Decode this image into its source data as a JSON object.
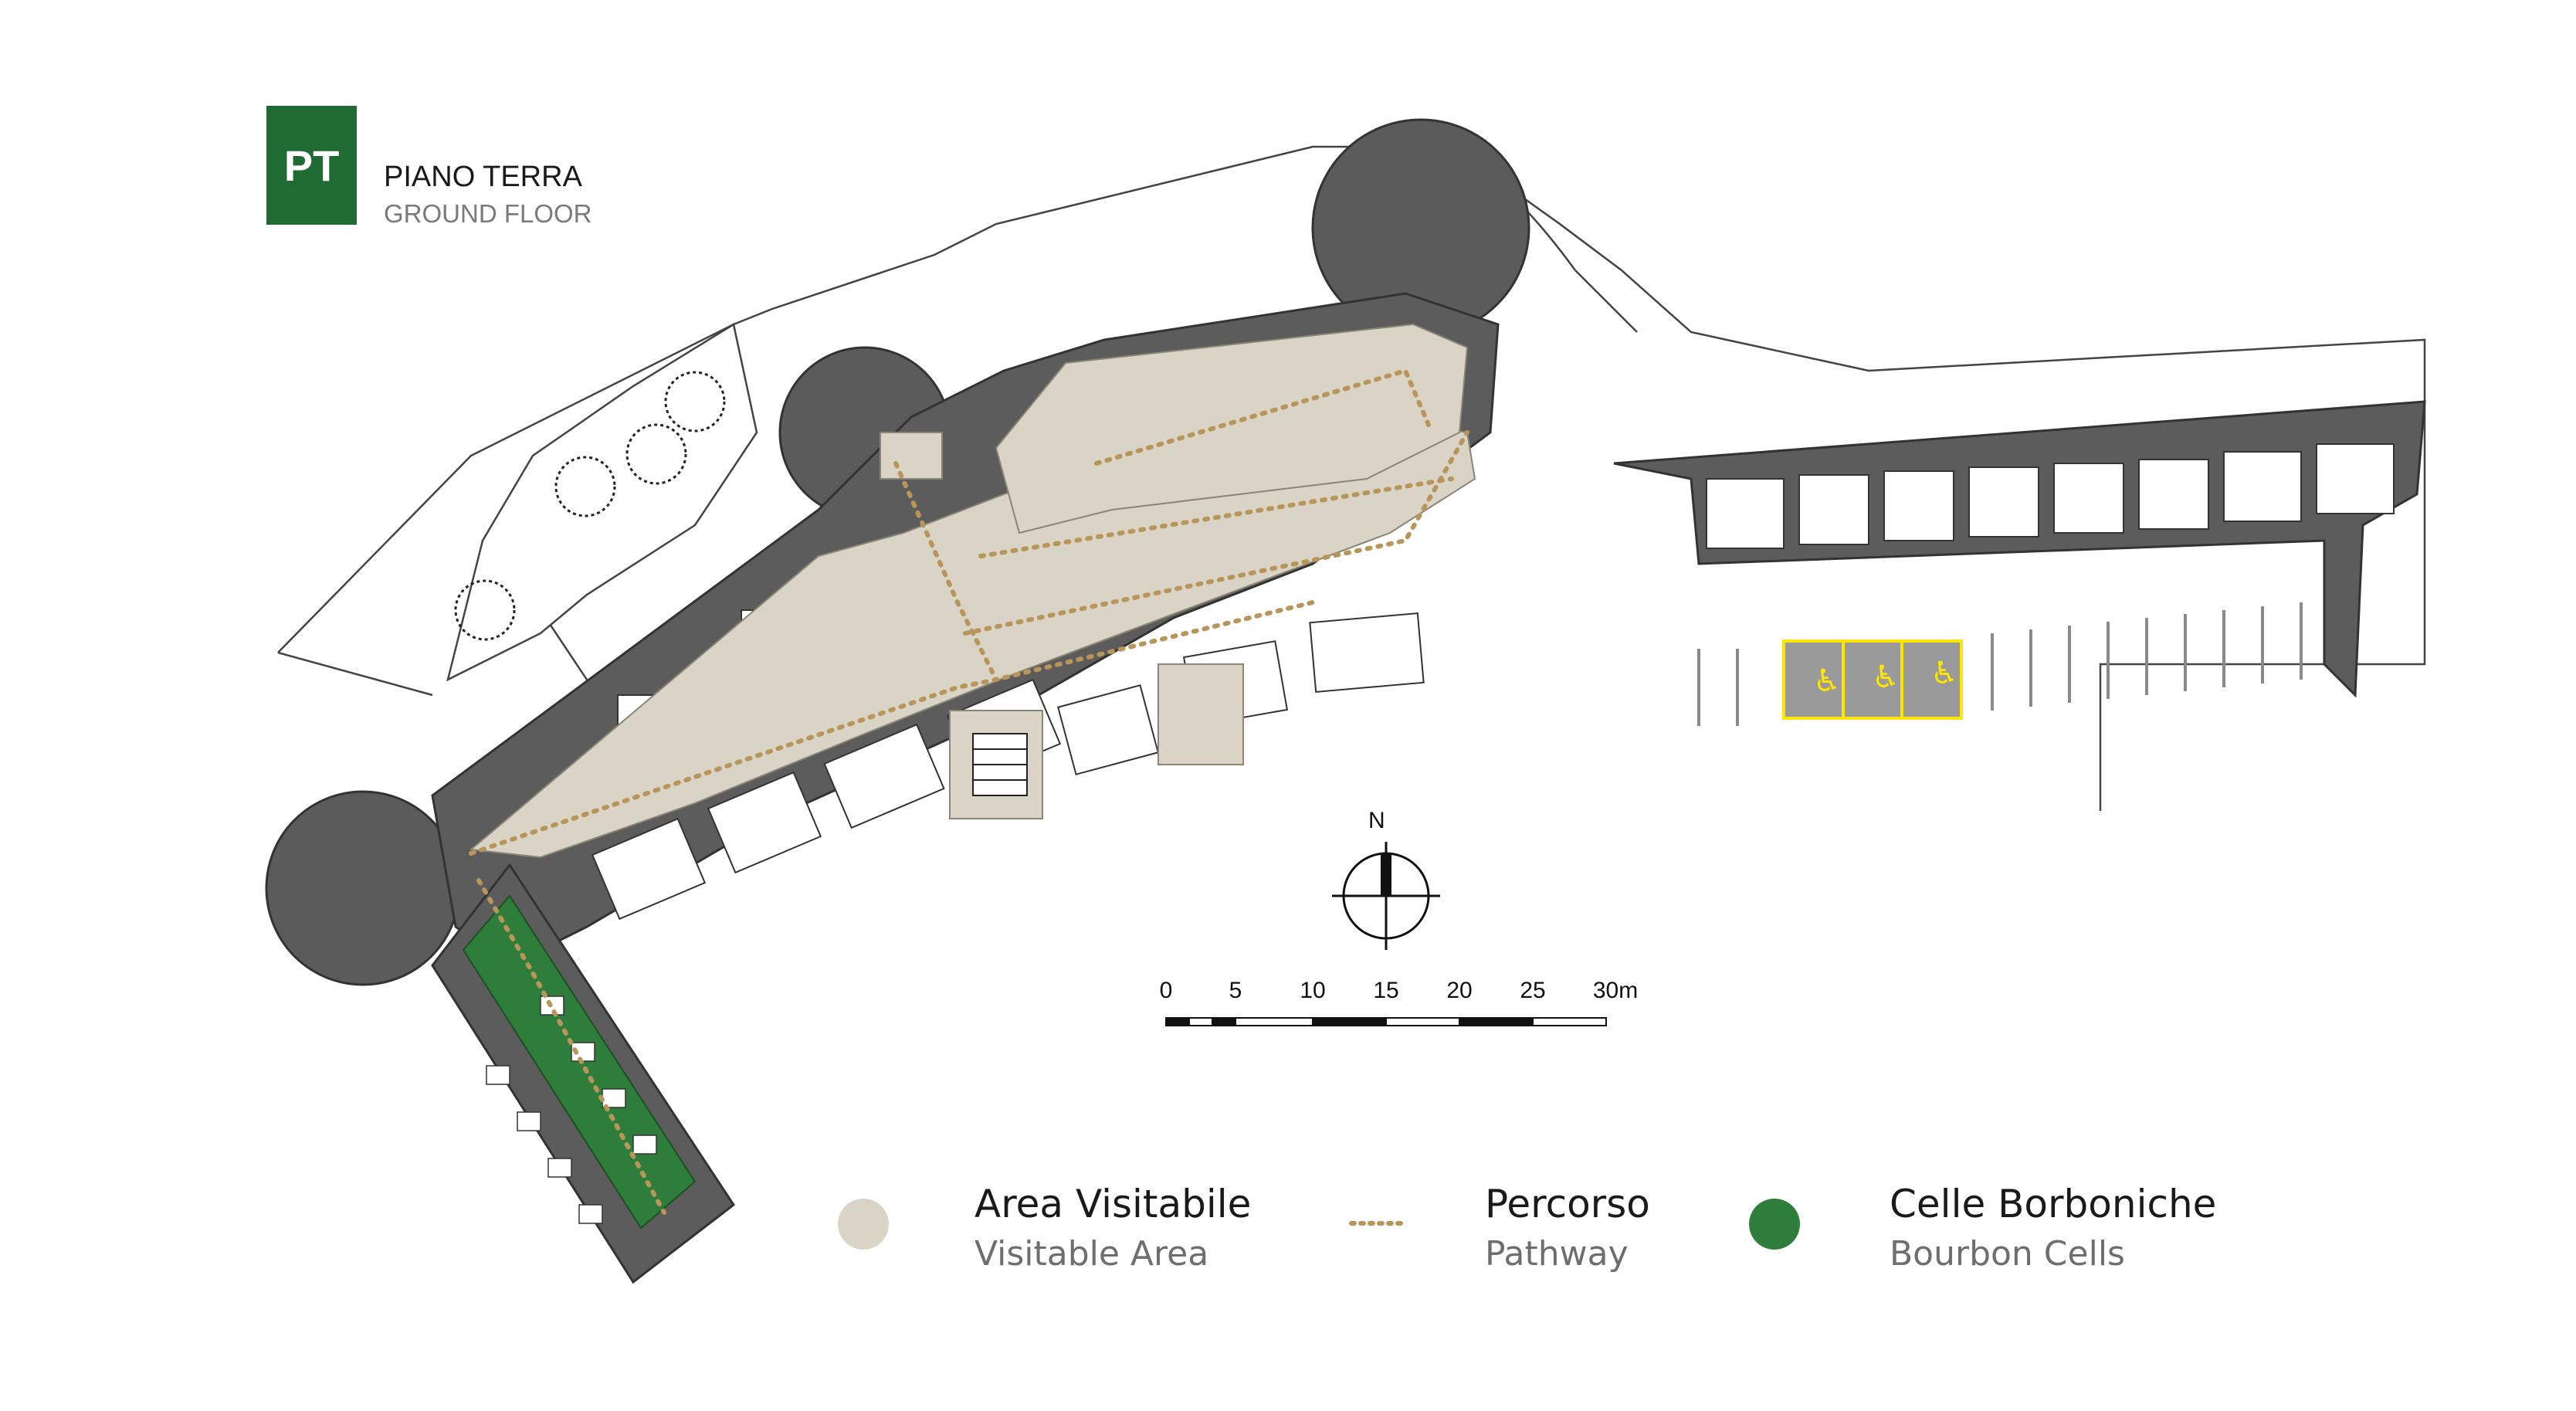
{
  "floor": {
    "badge": "PT",
    "title": "PIANO TERRA",
    "subtitle": "GROUND FLOOR"
  },
  "compass": {
    "label": "N"
  },
  "scale_bar": {
    "ticks": [
      "0",
      "5",
      "10",
      "15",
      "20",
      "25",
      "30m"
    ]
  },
  "legend": [
    {
      "title": "Area Visitabile",
      "subtitle": "Visitable Area",
      "swatch": "dot-beige"
    },
    {
      "title": "Percorso",
      "subtitle": "Pathway",
      "swatch": "dotted-line"
    },
    {
      "title": "Celle Borboniche",
      "subtitle": "Bourbon Cells",
      "swatch": "dot-green"
    }
  ],
  "colors": {
    "brand_green": "#1f6b33",
    "bourbon_green": "#2e7d3a",
    "visitable_beige": "#d9d4c6",
    "wall_gray": "#5c5c5c",
    "pathway_gold": "#b8955a",
    "parking_yellow": "#ffe600"
  },
  "icons": {
    "accessible_parking": "wheelchair-icon",
    "north_arrow": "compass-icon"
  }
}
